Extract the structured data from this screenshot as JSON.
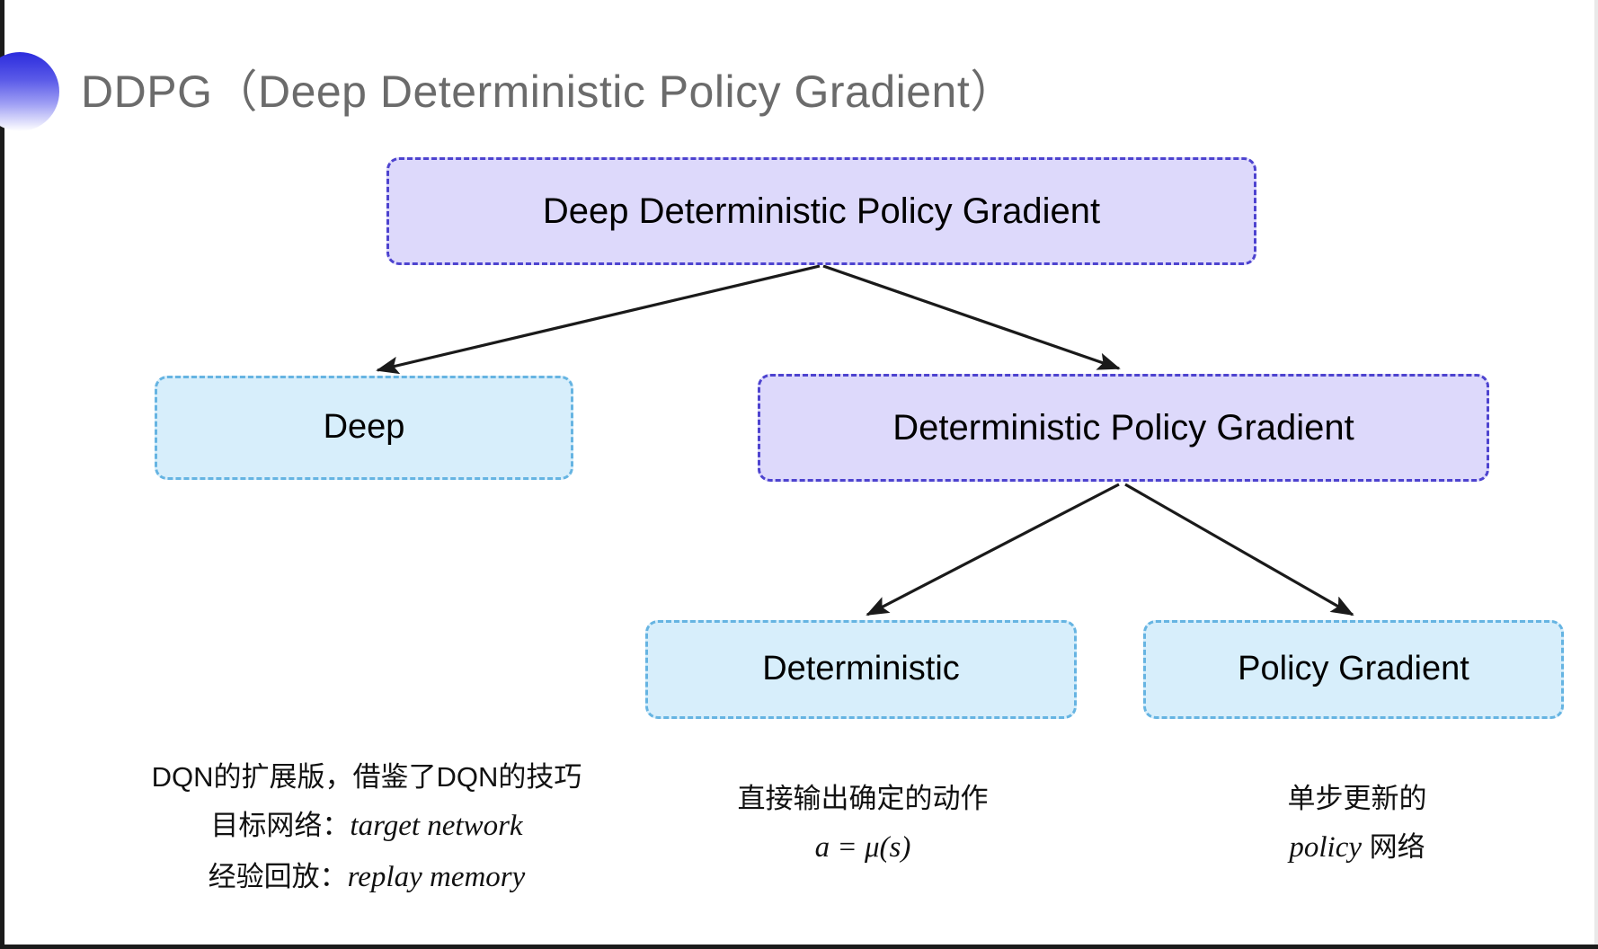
{
  "slide": {
    "title": "DDPG（Deep Deterministic Policy Gradient）",
    "background_color": "#ffffff",
    "title_color": "#6b6b6b",
    "bullet_icon": "gradient-circle-bullet"
  },
  "diagram": {
    "type": "tree",
    "nodes": [
      {
        "id": "root",
        "label": "Deep Deterministic Policy Gradient",
        "style": "purple",
        "fill": "#ddd9fb",
        "border": "#4d43cf"
      },
      {
        "id": "deep",
        "label": "Deep",
        "style": "blue",
        "fill": "#d7eefb",
        "border": "#66b4e2"
      },
      {
        "id": "dpg",
        "label": "Deterministic Policy Gradient",
        "style": "purple",
        "fill": "#ddd9fb",
        "border": "#4d43cf"
      },
      {
        "id": "deterministic",
        "label": "Deterministic",
        "style": "blue",
        "fill": "#d7eefb",
        "border": "#66b4e2"
      },
      {
        "id": "policy_gradient",
        "label": "Policy Gradient",
        "style": "blue",
        "fill": "#d7eefb",
        "border": "#66b4e2"
      }
    ],
    "edges": [
      {
        "from": "root",
        "to": "deep"
      },
      {
        "from": "root",
        "to": "dpg"
      },
      {
        "from": "dpg",
        "to": "deterministic"
      },
      {
        "from": "dpg",
        "to": "policy_gradient"
      }
    ],
    "edge_color": "#1a1a1a"
  },
  "captions": {
    "deep": {
      "line1": "DQN的扩展版，借鉴了DQN的技巧",
      "line2_label": "目标网络：",
      "line2_term": "target network",
      "line3_label": "经验回放：",
      "line3_term": "replay memory"
    },
    "deterministic": {
      "line1": "直接输出确定的动作",
      "formula": "a = μ(s)"
    },
    "policy_gradient": {
      "line1": "单步更新的",
      "line2_term": "policy",
      "line2_suffix": " 网络"
    }
  }
}
